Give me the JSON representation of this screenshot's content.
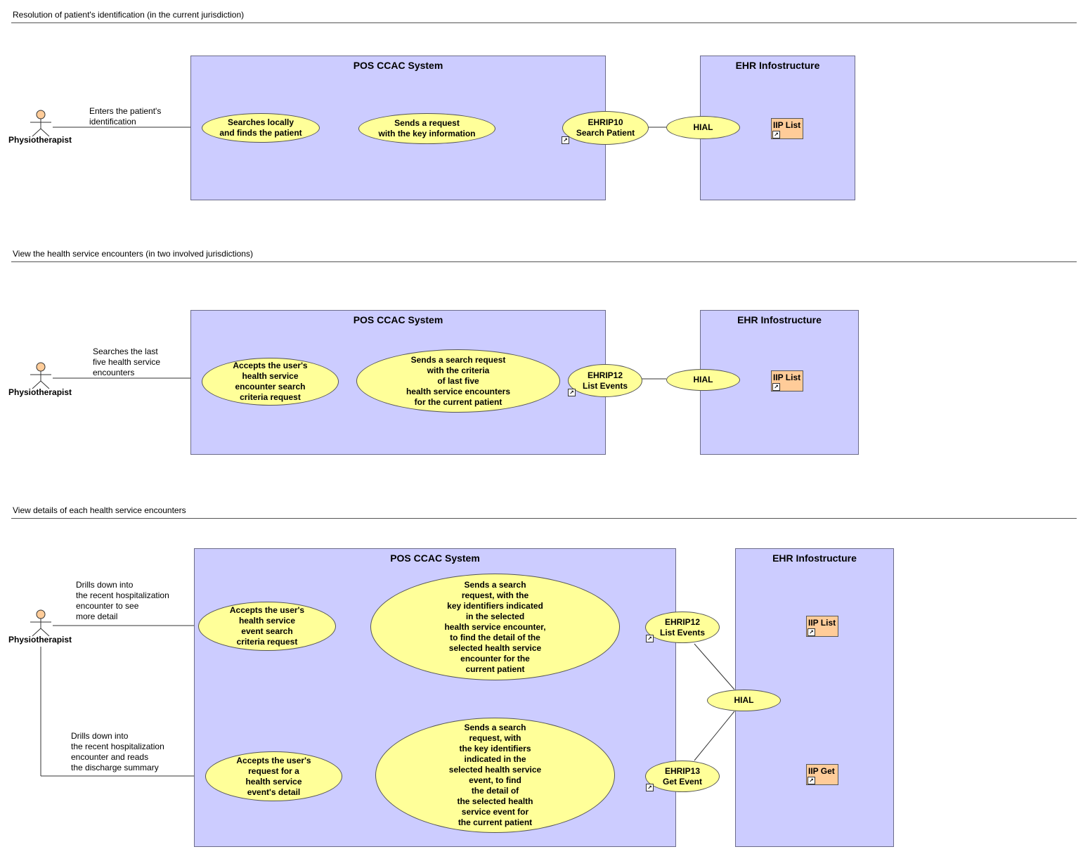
{
  "sections": [
    {
      "title": "Resolution of patient's identification (in the current jurisdiction)",
      "actor": "Physiotherapist",
      "flows": [
        "Enters the patient's\nidentification"
      ],
      "system_title": "POS CCAC System",
      "infra_title": "EHR Infostructure",
      "use_cases": [
        "Searches locally\nand finds the patient",
        "Sends a request\nwith the key information",
        "EHRIP10\nSearch Patient"
      ],
      "hial": "HIAL",
      "components": [
        "IIP List"
      ]
    },
    {
      "title": "View the health service encounters (in two involved jurisdictions)",
      "actor": "Physiotherapist",
      "flows": [
        "Searches the last\nfive health service\nencounters"
      ],
      "system_title": "POS CCAC System",
      "infra_title": "EHR Infostructure",
      "use_cases": [
        "Accepts the user's\nhealth service\nencounter search\ncriteria request",
        "Sends a search request\nwith the criteria\nof last five\nhealth service encounters\nfor the current patient",
        "EHRIP12\nList Events"
      ],
      "hial": "HIAL",
      "components": [
        "IIP List"
      ]
    },
    {
      "title": "View details of each health service encounters",
      "actor": "Physiotherapist",
      "flows": [
        "Drills down into\nthe recent hospitalization\nencounter to see\nmore detail",
        "Drills down into\nthe recent hospitalization\nencounter and reads\nthe discharge summary"
      ],
      "system_title": "POS CCAC System",
      "infra_title": "EHR Infostructure",
      "use_cases": [
        "Accepts the user's\nhealth service\nevent search\ncriteria request",
        "Sends a search\nrequest, with the\nkey identifiers indicated\nin the selected\nhealth service encounter,\nto find the detail of the\nselected health service\nencounter for the\ncurrent patient",
        "EHRIP12\nList Events",
        "Accepts the user's\nrequest for a\nhealth service\nevent's detail",
        "Sends a search\nrequest, with\nthe key identifiers\nindicated in the\nselected health service\nevent, to find\nthe detail of\nthe selected health\nservice event for\nthe current patient",
        "EHRIP13\nGet Event"
      ],
      "hial": "HIAL",
      "components": [
        "IIP List",
        "IIP Get"
      ]
    }
  ],
  "colors": {
    "system_fill": "#ccccff",
    "usecase_fill": "#ffff99",
    "component_fill": "#ffcc99",
    "actor_fill": "#ffcc99"
  },
  "icons": {
    "actor": "stick-figure-icon",
    "link": "shortcut-arrow-icon"
  }
}
